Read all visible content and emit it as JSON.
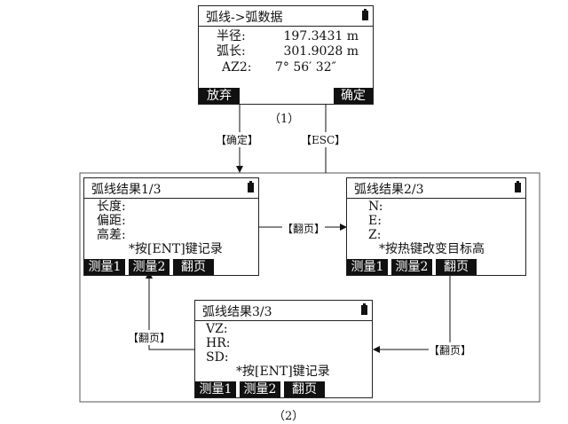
{
  "screen_arc": {
    "title": "弧线->弧数据",
    "rows": [
      {
        "label": "半径:",
        "value": "197.3431 m"
      },
      {
        "label": "弧长:",
        "value": "301.9028 m"
      },
      {
        "label": "AZ2:",
        "value": "7° 56′ 32″"
      }
    ],
    "soft_left": "放弃",
    "soft_right": "确定"
  },
  "caption_1": "（1）",
  "caption_2": "（2）",
  "label_confirm": "【确定】",
  "label_esc": "【ESC】",
  "label_page": "【翻页】",
  "screen_r1": {
    "title": "弧线结果1/3",
    "rows": [
      "长度:",
      "偏距:",
      "高差:"
    ],
    "note": "*按[ENT]键记录",
    "softkeys": [
      "测量1",
      "测量2",
      "翻页"
    ]
  },
  "screen_r2": {
    "title": "弧线结果2/3",
    "rows": [
      "N:",
      "E:",
      "Z:"
    ],
    "note": "*按热键改变目标高",
    "softkeys": [
      "测量1",
      "测量2",
      "翻页"
    ]
  },
  "screen_r3": {
    "title": "弧线结果3/3",
    "rows": [
      "VZ:",
      "HR:",
      "SD:"
    ],
    "note": "*按[ENT]键记录",
    "softkeys": [
      "测量1",
      "测量2",
      "翻页"
    ]
  }
}
